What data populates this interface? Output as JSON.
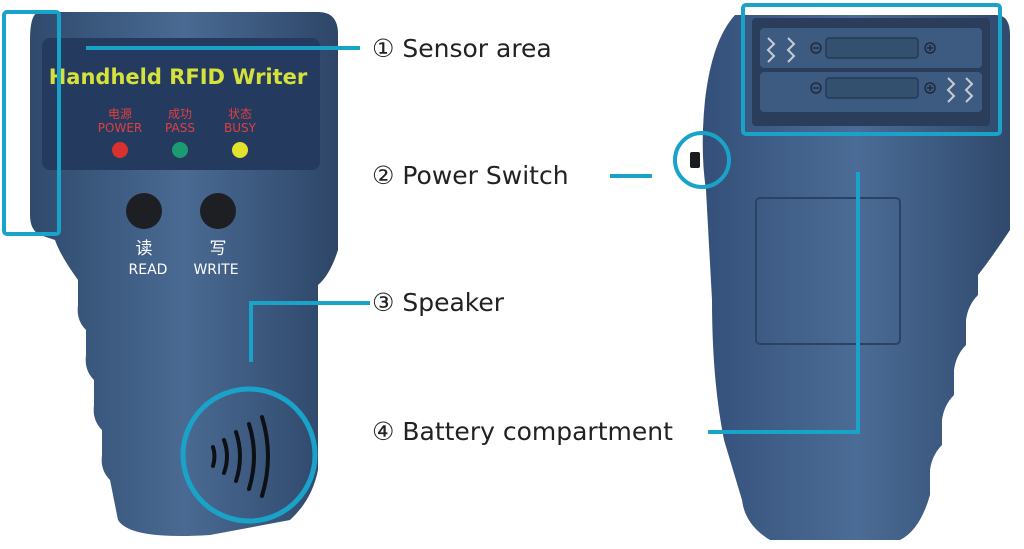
{
  "device_front": {
    "title": "Handheld RFID Writer",
    "indicators": [
      {
        "cn": "电源",
        "en": "POWER",
        "color": "#e3342f"
      },
      {
        "cn": "成功",
        "en": "PASS",
        "color": "#1fa07a"
      },
      {
        "cn": "状态",
        "en": "BUSY",
        "color": "#e6e62a"
      }
    ],
    "buttons": [
      {
        "cn": "读",
        "en": "READ"
      },
      {
        "cn": "写",
        "en": "WRITE"
      }
    ]
  },
  "callouts": [
    {
      "label": "① Sensor area"
    },
    {
      "label": "② Power Switch"
    },
    {
      "label": "③ Speaker"
    },
    {
      "label": "④ Battery compartment"
    }
  ],
  "colors": {
    "accent": "#1aa3c9",
    "device_body": "#3e5d85",
    "device_panel": "#23385c",
    "title_text": "#d6e23c"
  }
}
